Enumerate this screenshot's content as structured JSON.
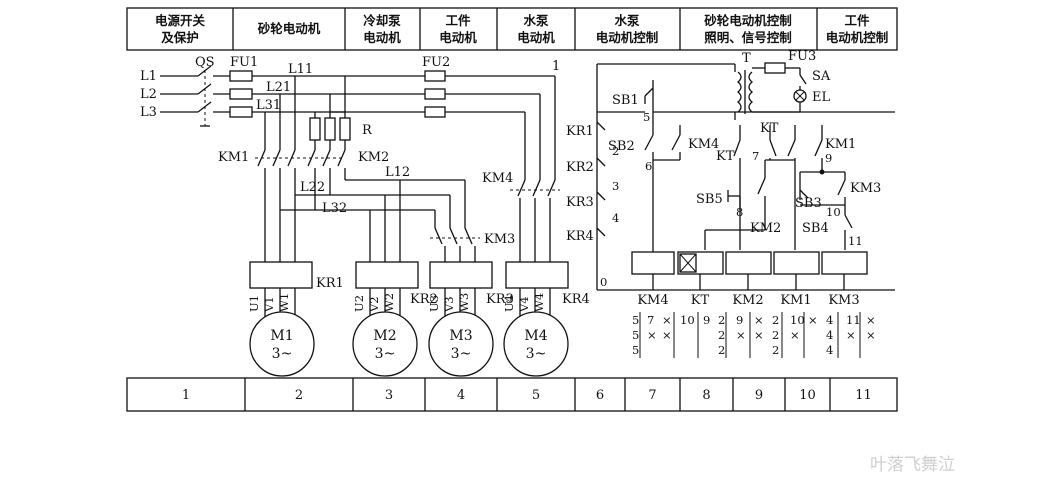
{
  "header": [
    {
      "line1": "电源开关",
      "line2": "及保护"
    },
    {
      "line1": "砂轮电动机",
      "line2": ""
    },
    {
      "line1": "冷却泵",
      "line2": "电动机"
    },
    {
      "line1": "工件",
      "line2": "电动机"
    },
    {
      "line1": "水泵",
      "line2": "电动机"
    },
    {
      "line1": "水泵",
      "line2": "电动机控制"
    },
    {
      "line1": "砂轮电动机控制",
      "line2": "照明、信号控制"
    },
    {
      "line1": "工件",
      "line2": "电动机控制"
    }
  ],
  "power": {
    "phases": [
      "L1",
      "L2",
      "L3"
    ],
    "switch": "QS",
    "fuse1": "FU1",
    "fuse2": "FU2",
    "fuse3": "FU3",
    "l11": "L11",
    "l21": "L21",
    "l31": "L31",
    "l12": "L12",
    "l22": "L22",
    "l32": "L32",
    "resistor": "R",
    "node1": "1"
  },
  "contactors_main": {
    "km1": "KM1",
    "km2": "KM2",
    "km3": "KM3",
    "km4": "KM4"
  },
  "overloads": {
    "kr1": "KR1",
    "kr2": "KR2",
    "kr3": "KR3",
    "kr4": "KR4"
  },
  "motors": [
    {
      "name": "M1",
      "phase": "3~",
      "terminals": [
        "U1",
        "V1",
        "W1"
      ]
    },
    {
      "name": "M2",
      "phase": "3~",
      "terminals": [
        "U2",
        "V2",
        "W2"
      ]
    },
    {
      "name": "M3",
      "phase": "3~",
      "terminals": [
        "U3",
        "V3",
        "W3"
      ]
    },
    {
      "name": "M4",
      "phase": "3~",
      "terminals": [
        "U4",
        "V4",
        "W4"
      ]
    }
  ],
  "control": {
    "transformer": "T",
    "sa": "SA",
    "el": "EL",
    "sb1": "SB1",
    "sb2": "SB2",
    "sb3": "SB3",
    "sb4": "SB4",
    "sb5": "SB5",
    "kr_contacts": [
      "KR1",
      "KR2",
      "KR3",
      "KR4"
    ],
    "km4": "KM4",
    "kt_c": "KT",
    "kt_d": "KT",
    "km1": "KM1",
    "km2": "KM2",
    "km3": "KM3",
    "nodes": {
      "n0": "0",
      "n2": "2",
      "n3": "3",
      "n4": "4",
      "n5": "5",
      "n6": "6",
      "n7": "7",
      "n8": "8",
      "n9": "9",
      "n10": "10",
      "n11": "11"
    }
  },
  "coils": [
    "KM4",
    "KT",
    "KM2",
    "KM1",
    "KM3"
  ],
  "contact_table": [
    [
      "5",
      "7",
      "×",
      "10",
      "9",
      "2",
      "9",
      "×",
      "2",
      "10",
      "×",
      "4",
      "11",
      "×"
    ],
    [
      "5",
      "×",
      "×",
      "",
      "",
      "2",
      "×",
      "×",
      "2",
      "×",
      "",
      "4",
      "×",
      "×"
    ],
    [
      "5",
      "",
      "",
      "",
      "",
      "2",
      "",
      "",
      "2",
      "",
      "",
      "4",
      "",
      ""
    ]
  ],
  "footer": [
    "1",
    "2",
    "3",
    "4",
    "5",
    "6",
    "7",
    "8",
    "9",
    "10",
    "11"
  ],
  "watermark": "叶落飞舞泣"
}
